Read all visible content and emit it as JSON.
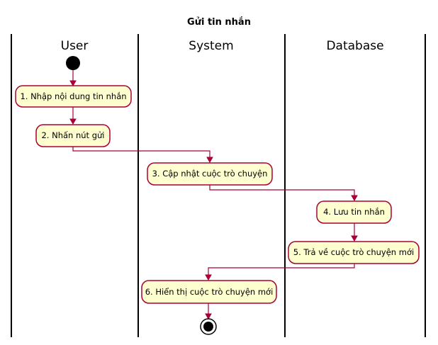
{
  "diagram": {
    "title": "Gửi tin nhắn",
    "lanes": [
      {
        "id": "user",
        "name": "User"
      },
      {
        "id": "system",
        "name": "System"
      },
      {
        "id": "database",
        "name": "Database"
      }
    ],
    "nodes": [
      {
        "id": "n1",
        "lane": "user",
        "label": "1. Nhập nội dung tin nhắn"
      },
      {
        "id": "n2",
        "lane": "user",
        "label": "2. Nhấn nút gửi"
      },
      {
        "id": "n3",
        "lane": "system",
        "label": "3. Cập nhật cuộc trò chuyện"
      },
      {
        "id": "n4",
        "lane": "database",
        "label": "4. Lưu tin nhắn"
      },
      {
        "id": "n5",
        "lane": "database",
        "label": "5. Trả về cuộc trò chuyện mới"
      },
      {
        "id": "n6",
        "lane": "system",
        "label": "6. Hiển thị cuộc trò chuyện mới"
      }
    ],
    "colors": {
      "node_fill": "#FEFECE",
      "node_border": "#A80036",
      "edge": "#A80036",
      "start_node": "#000000",
      "lane_divider": "#000000"
    }
  }
}
